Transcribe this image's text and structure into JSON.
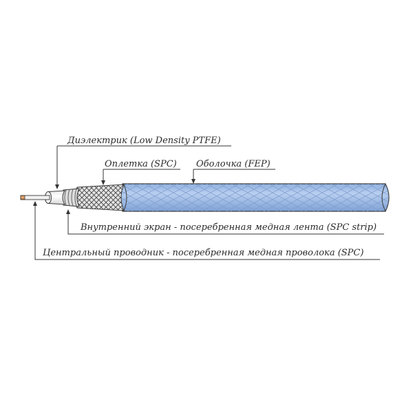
{
  "labels": {
    "dielectric": "Диэлектрик (Low Density PTFE)",
    "braid": "Оплетка (SPC)",
    "jacket": "Оболочка (FEP)",
    "inner_shield": "Внутренний экран - посеребренная медная лента (SPC strip)",
    "center_conductor": "Центральный проводник - посеребренная медная проволока (SPC)"
  },
  "colors": {
    "jacket": "#a9c3e6",
    "jacket_pattern": "#7f9ccc",
    "braid": "#d9d9d9",
    "dielectric": "#f4f4f4",
    "conductor": "#c9844a",
    "outline": "#3a3a3a"
  }
}
